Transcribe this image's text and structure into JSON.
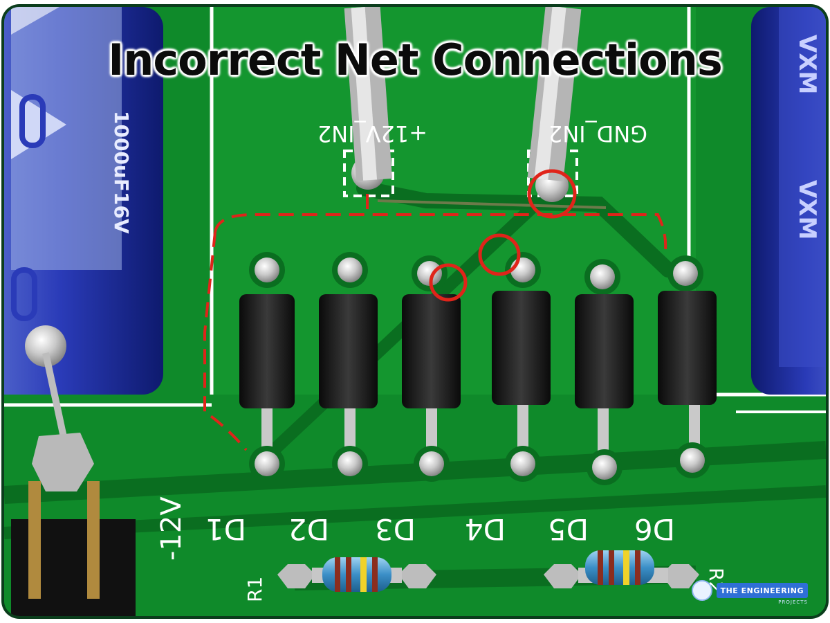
{
  "title": "Incorrect Net Connections",
  "labels": {
    "d1": "D1",
    "d2": "D2",
    "d3": "D3",
    "d4": "D4",
    "d5": "D5",
    "d6": "D6",
    "in_plus": "+12V_IN2",
    "in_gnd": "GND_IN2",
    "r1": "R1",
    "r2": "R2",
    "v12": "-12V",
    "cap_left": "1000uF16V"
  },
  "logo": {
    "text": "THE ENGINEERING",
    "sub": "PROJECTS"
  },
  "colors": {
    "board": "#0f8a2a",
    "silk": "#ffffff",
    "marker": "#e0241a",
    "capacitor": "#2236b8",
    "diode": "#1a1a1a"
  }
}
